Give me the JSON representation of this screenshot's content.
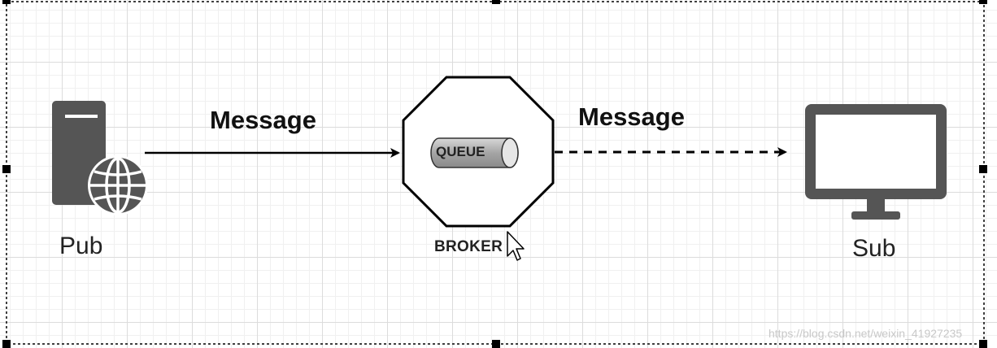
{
  "diagram": {
    "publisher": {
      "label": "Pub",
      "icon": "server-globe-icon"
    },
    "broker": {
      "label": "BROKER",
      "queue_label": "QUEUE",
      "icon": "queue-cylinder-icon"
    },
    "subscriber": {
      "label": "Sub",
      "icon": "monitor-icon"
    },
    "edges": [
      {
        "from": "Pub",
        "to": "BROKER",
        "label": "Message",
        "style": "solid"
      },
      {
        "from": "BROKER",
        "to": "Sub",
        "label": "Message",
        "style": "dashed"
      }
    ]
  },
  "watermark": "https://blog.csdn.net/weixin_41927235",
  "colors": {
    "icon": "#555555",
    "line": "#000000",
    "queue_fill": "#a9a9a9"
  }
}
